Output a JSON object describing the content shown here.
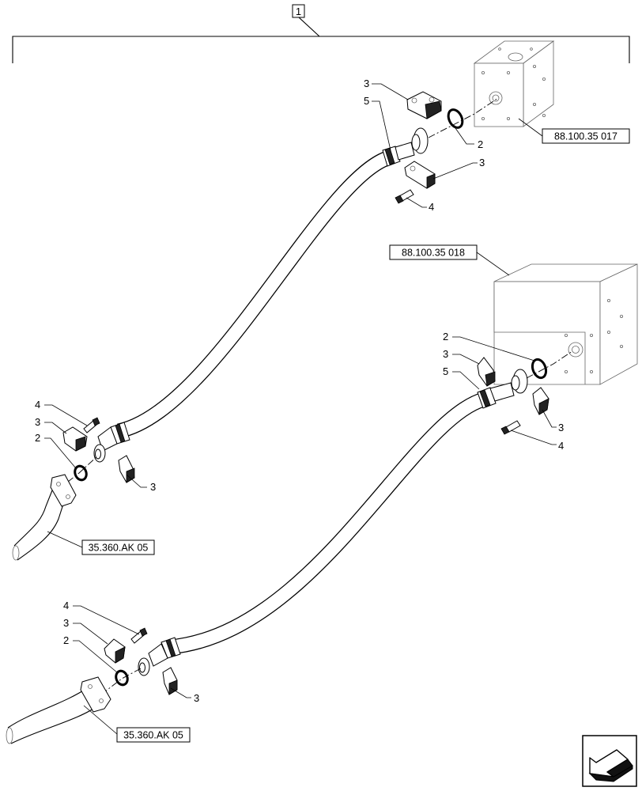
{
  "diagram": {
    "assembly_number": "1",
    "callouts": {
      "oring": "2",
      "clamp": "3",
      "screw": "4",
      "hose": "5"
    },
    "references": {
      "block_upper": "88.100.35 017",
      "block_lower": "88.100.35 018",
      "pipe_upper": "35.360.AK 05",
      "pipe_lower": "35.360.AK 05"
    }
  },
  "nav": {
    "arrow_icon": "next-page-arrow-icon"
  }
}
